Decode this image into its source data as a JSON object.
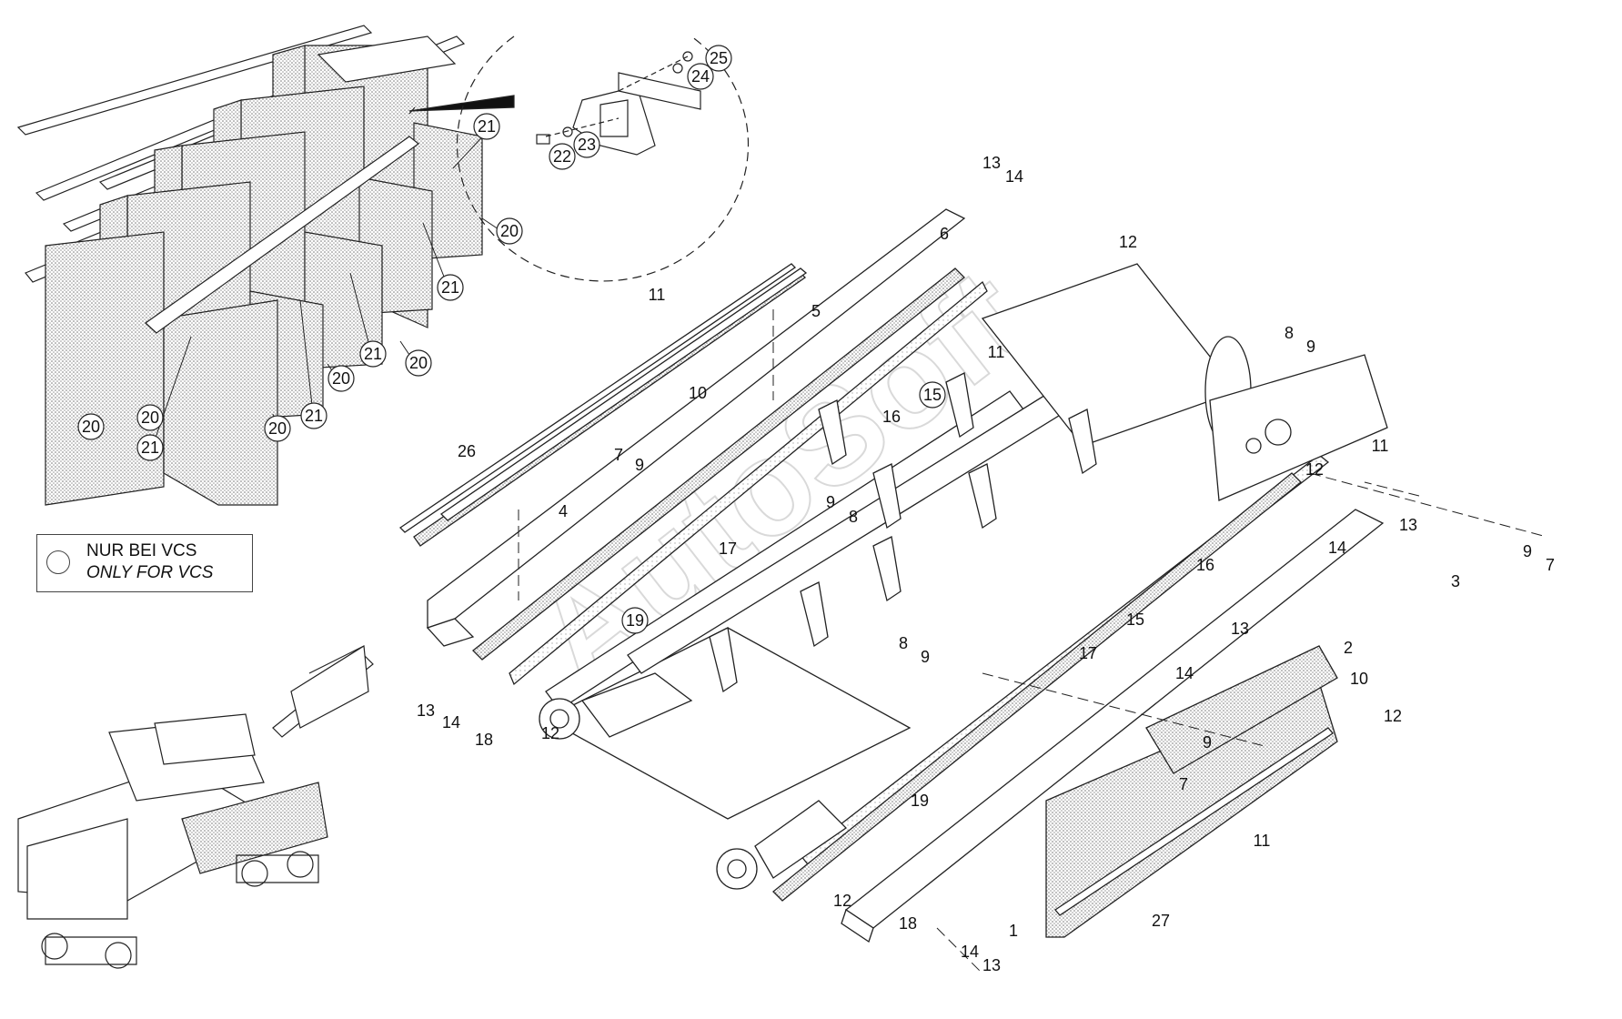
{
  "legend": {
    "line1": "NUR BEI VCS",
    "line2": "ONLY FOR VCS",
    "marker": "circle"
  },
  "watermark": "AutoSoft",
  "callouts": [
    {
      "id": "c20a",
      "text": "20",
      "circled": true
    },
    {
      "id": "c21a",
      "text": "21",
      "circled": true
    },
    {
      "id": "c21b",
      "text": "21",
      "circled": true
    },
    {
      "id": "c20b",
      "text": "20",
      "circled": true
    },
    {
      "id": "c20c",
      "text": "20",
      "circled": true
    },
    {
      "id": "c21c",
      "text": "21",
      "circled": true
    },
    {
      "id": "c20d",
      "text": "20",
      "circled": true
    },
    {
      "id": "c21d",
      "text": "21",
      "circled": true
    },
    {
      "id": "c20e",
      "text": "20",
      "circled": true
    },
    {
      "id": "c20f",
      "text": "20",
      "circled": true
    },
    {
      "id": "c21e",
      "text": "21",
      "circled": true
    },
    {
      "id": "c25",
      "text": "25",
      "circled": true
    },
    {
      "id": "c24",
      "text": "24",
      "circled": true
    },
    {
      "id": "c22",
      "text": "22",
      "circled": true
    },
    {
      "id": "c23",
      "text": "23",
      "circled": true
    },
    {
      "id": "c15a",
      "text": "15",
      "circled": true
    },
    {
      "id": "c19a",
      "text": "19",
      "circled": true
    },
    {
      "id": "c13a",
      "text": "13",
      "circled": false
    },
    {
      "id": "c14a",
      "text": "14",
      "circled": false
    },
    {
      "id": "c6",
      "text": "6",
      "circled": false
    },
    {
      "id": "c12a",
      "text": "12",
      "circled": false
    },
    {
      "id": "c11a",
      "text": "11",
      "circled": false
    },
    {
      "id": "c5",
      "text": "5",
      "circled": false
    },
    {
      "id": "c10a",
      "text": "10",
      "circled": false
    },
    {
      "id": "c11b",
      "text": "11",
      "circled": false
    },
    {
      "id": "c8a",
      "text": "8",
      "circled": false
    },
    {
      "id": "c9a",
      "text": "9",
      "circled": false
    },
    {
      "id": "c16a",
      "text": "16",
      "circled": false
    },
    {
      "id": "c7a",
      "text": "7",
      "circled": false
    },
    {
      "id": "c9b",
      "text": "9",
      "circled": false
    },
    {
      "id": "c26",
      "text": "26",
      "circled": false
    },
    {
      "id": "c11c",
      "text": "11",
      "circled": false
    },
    {
      "id": "c12b",
      "text": "12",
      "circled": false
    },
    {
      "id": "c9c",
      "text": "9",
      "circled": false
    },
    {
      "id": "c8b",
      "text": "8",
      "circled": false
    },
    {
      "id": "c4",
      "text": "4",
      "circled": false
    },
    {
      "id": "c17a",
      "text": "17",
      "circled": false
    },
    {
      "id": "c13b",
      "text": "13",
      "circled": false
    },
    {
      "id": "c14b",
      "text": "14",
      "circled": false
    },
    {
      "id": "c9d",
      "text": "9",
      "circled": false
    },
    {
      "id": "c7b",
      "text": "7",
      "circled": false
    },
    {
      "id": "c3",
      "text": "3",
      "circled": false
    },
    {
      "id": "c16b",
      "text": "16",
      "circled": false
    },
    {
      "id": "c15b",
      "text": "15",
      "circled": false
    },
    {
      "id": "c13c",
      "text": "13",
      "circled": false
    },
    {
      "id": "c14c",
      "text": "14",
      "circled": false
    },
    {
      "id": "c2",
      "text": "2",
      "circled": false
    },
    {
      "id": "c8c",
      "text": "8",
      "circled": false
    },
    {
      "id": "c9e",
      "text": "9",
      "circled": false
    },
    {
      "id": "c17b",
      "text": "17",
      "circled": false
    },
    {
      "id": "c10b",
      "text": "10",
      "circled": false
    },
    {
      "id": "c13d",
      "text": "13",
      "circled": false
    },
    {
      "id": "c14d",
      "text": "14",
      "circled": false
    },
    {
      "id": "c18a",
      "text": "18",
      "circled": false
    },
    {
      "id": "c12c",
      "text": "12",
      "circled": false
    },
    {
      "id": "c12d",
      "text": "12",
      "circled": false
    },
    {
      "id": "c9f",
      "text": "9",
      "circled": false
    },
    {
      "id": "c7c",
      "text": "7",
      "circled": false
    },
    {
      "id": "c19b",
      "text": "19",
      "circled": false
    },
    {
      "id": "c11d",
      "text": "11",
      "circled": false
    },
    {
      "id": "c12e",
      "text": "12",
      "circled": false
    },
    {
      "id": "c18b",
      "text": "18",
      "circled": false
    },
    {
      "id": "c1",
      "text": "1",
      "circled": false
    },
    {
      "id": "c27",
      "text": "27",
      "circled": false
    },
    {
      "id": "c14e",
      "text": "14",
      "circled": false
    },
    {
      "id": "c13e",
      "text": "13",
      "circled": false
    }
  ]
}
